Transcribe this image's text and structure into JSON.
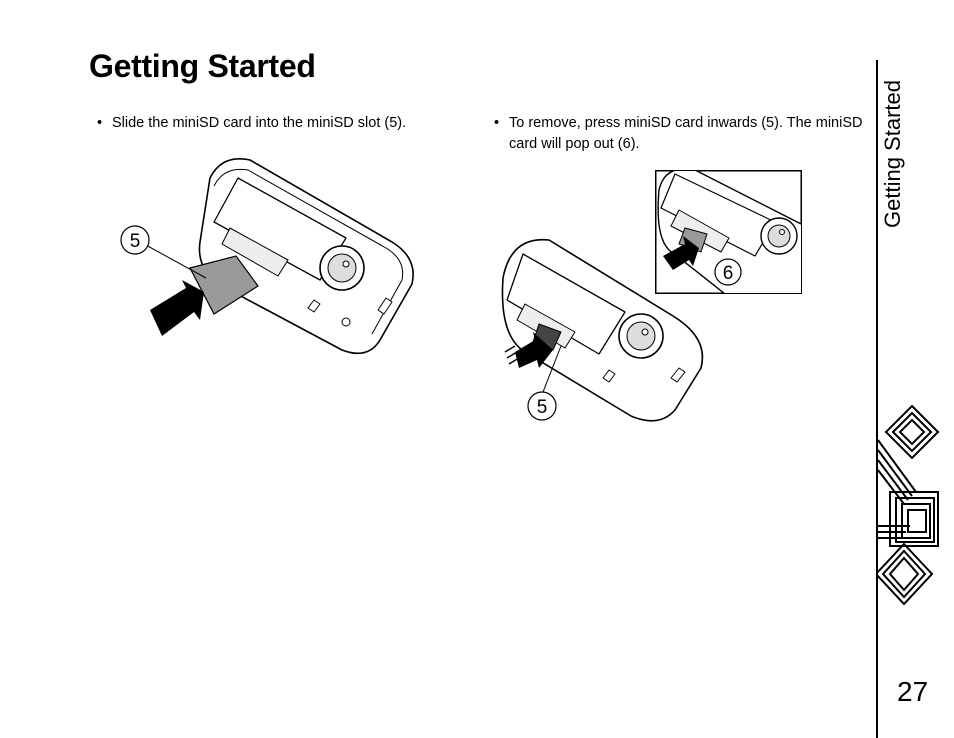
{
  "page": {
    "title": "Getting Started",
    "side_tab": "Getting Started",
    "page_number": "27"
  },
  "bullets": [
    {
      "marker": "•",
      "text": "Slide the miniSD card into the miniSD slot (5)."
    },
    {
      "marker": "•",
      "text": "To remove, press miniSD card inwards (5). The miniSD card will pop out (6)."
    }
  ],
  "figures": {
    "insert": {
      "callout": "5"
    },
    "remove": {
      "callout_press": "5",
      "callout_popout": "6"
    }
  },
  "icons": [
    "insert-arrow-icon",
    "press-arrow-icon",
    "pop-out-arrow-icon",
    "tab-decoration-icon"
  ]
}
